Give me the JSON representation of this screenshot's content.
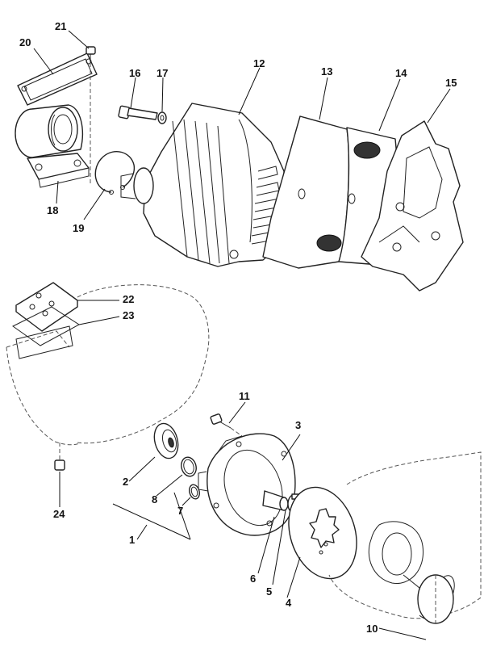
{
  "callouts": [
    {
      "id": "c1",
      "text": "1"
    },
    {
      "id": "c2",
      "text": "2"
    },
    {
      "id": "c3",
      "text": "3"
    },
    {
      "id": "c4",
      "text": "4"
    },
    {
      "id": "c5",
      "text": "5"
    },
    {
      "id": "c6",
      "text": "6"
    },
    {
      "id": "c7",
      "text": "7"
    },
    {
      "id": "c8",
      "text": "8"
    },
    {
      "id": "c10",
      "text": "10"
    },
    {
      "id": "c11",
      "text": "11"
    },
    {
      "id": "c12",
      "text": "12"
    },
    {
      "id": "c13",
      "text": "13"
    },
    {
      "id": "c14",
      "text": "14"
    },
    {
      "id": "c15",
      "text": "15"
    },
    {
      "id": "c16",
      "text": "16"
    },
    {
      "id": "c17",
      "text": "17"
    },
    {
      "id": "c18",
      "text": "18"
    },
    {
      "id": "c19",
      "text": "19"
    },
    {
      "id": "c20",
      "text": "20"
    },
    {
      "id": "c21",
      "text": "21"
    },
    {
      "id": "c22",
      "text": "22"
    },
    {
      "id": "c23",
      "text": "23"
    },
    {
      "id": "c24",
      "text": "24"
    }
  ]
}
